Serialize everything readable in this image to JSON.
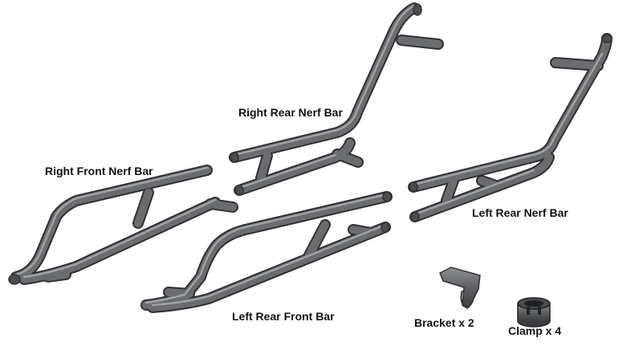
{
  "labels": {
    "right_rear_nerf_bar": "Right Rear Nerf Bar",
    "right_front_nerf_bar": "Right Front Nerf Bar",
    "left_rear_nerf_bar": "Left Rear Nerf Bar",
    "left_rear_front_bar": "Left Rear Front Bar",
    "bracket": "Bracket x 2",
    "clamp": "Clamp x 4"
  },
  "colors": {
    "tube": "#5e6064",
    "tube_dark": "#2f3134",
    "tube_highlight": "#9a9ca0",
    "background": "#ffffff",
    "text": "#111111"
  }
}
